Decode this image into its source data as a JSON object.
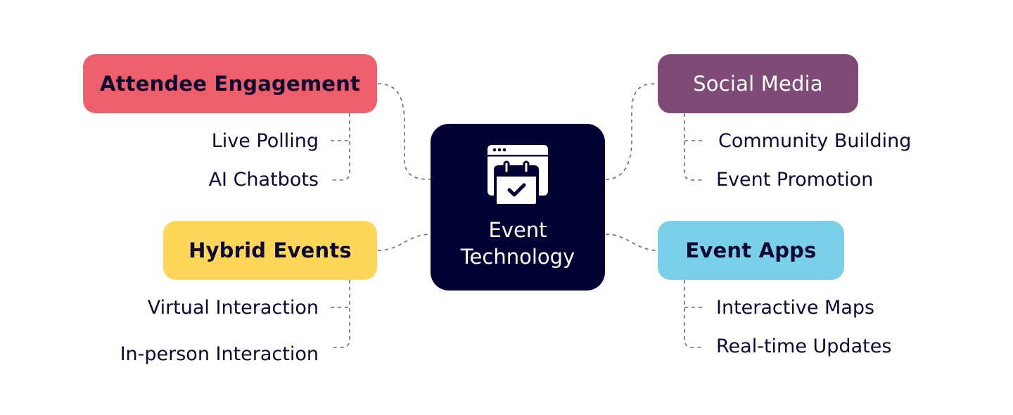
{
  "center": {
    "line1": "Event",
    "line2": "Technology",
    "icon": "calendar-check-icon",
    "color": "#000033"
  },
  "branches": {
    "attendee": {
      "title": "Attendee Engagement",
      "color": "#ec5f6b",
      "items": [
        "Live Polling",
        "AI Chatbots"
      ]
    },
    "social": {
      "title": "Social Media",
      "color": "#7e4b76",
      "items": [
        "Community Building",
        "Event Promotion"
      ]
    },
    "hybrid": {
      "title": "Hybrid Events",
      "color": "#fdd65a",
      "items": [
        "Virtual Interaction",
        "In-person Interaction"
      ]
    },
    "apps": {
      "title": "Event Apps",
      "color": "#79d0e8",
      "items": [
        "Interactive Maps",
        "Real-time Updates"
      ]
    }
  },
  "connector_color": "#6b6b7e"
}
